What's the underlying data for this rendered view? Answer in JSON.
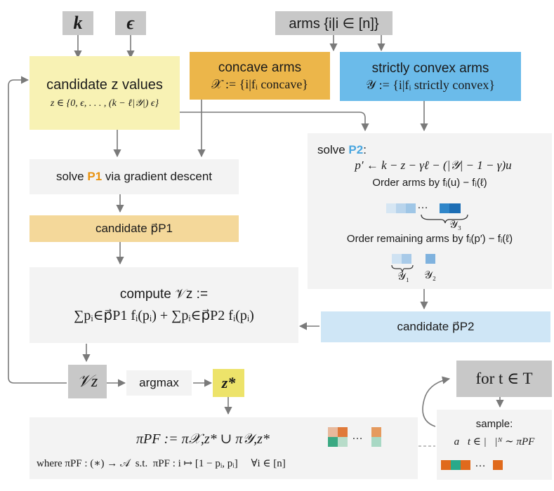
{
  "inputs": {
    "k": "k",
    "epsilon": "ϵ",
    "arms": "arms {i|i ∈ [n]}"
  },
  "candidate_z": {
    "title": "candidate z values",
    "formula": "z ∈ {0, ϵ, . . . , (k − ℓ|𝒴|) ϵ}"
  },
  "concave": {
    "title": "concave arms",
    "formula": "𝒳 := {i|fᵢ concave}"
  },
  "convex": {
    "title": "strictly convex arms",
    "formula": "𝒴 := {i|fᵢ strictly convex}"
  },
  "p1": {
    "prefix": "solve ",
    "name": "P1",
    "suffix": " via gradient descent"
  },
  "p2": {
    "prefix": "solve ",
    "name": "P2",
    "colon": ":",
    "formula": "p′ ← k − z − γℓ − (|𝒴| − 1 − γ)u",
    "order1": "Order arms by fᵢ(u) − fᵢ(ℓ)",
    "y3": "𝒴₃",
    "order2": "Order remaining arms by fᵢ(p′) − fᵢ(ℓ)",
    "y1": "𝒴₁",
    "y2": "𝒴₂",
    "dots": "…"
  },
  "cand_p1": "candidate p⃗P1",
  "cand_p2": "candidate p⃗P2",
  "compute": {
    "line1": "compute 𝒱z :=",
    "line2": "∑pᵢ∈p⃗P1 fᵢ(pᵢ) + ∑pᵢ∈p⃗P2 fᵢ(pᵢ)"
  },
  "vz": "𝒱z",
  "argmax": "argmax",
  "zstar": "z*",
  "policy": {
    "line1": "πPF := π𝒳,z* ∪ π𝒴,z*",
    "line2": "where πPF : (∗) → 𝒜  s.t.  πPF : i ↦ [1 − pᵢ, pᵢ]     ∀i ∈ [n]",
    "dots": "…"
  },
  "for_t": "for t ∈ T",
  "sample": {
    "title": "sample:",
    "formula": "a⃗t ∈ |𝒜|ᴺ ∼ πPF",
    "dots": "…"
  },
  "colors": {
    "yellow_box": "#f8f2b4",
    "orange_box": "#ecb64a",
    "light_orange": "#f4d89a",
    "blue_box": "#6bbbea",
    "light_blue": "#cfe6f6",
    "grey_box": "#f3f3f3",
    "dark_grey": "#c8c8c8",
    "zstar": "#ede36a",
    "arrow": "#7a7a7a",
    "teal": "#28a98a",
    "orange_sample": "#e06a1c"
  }
}
